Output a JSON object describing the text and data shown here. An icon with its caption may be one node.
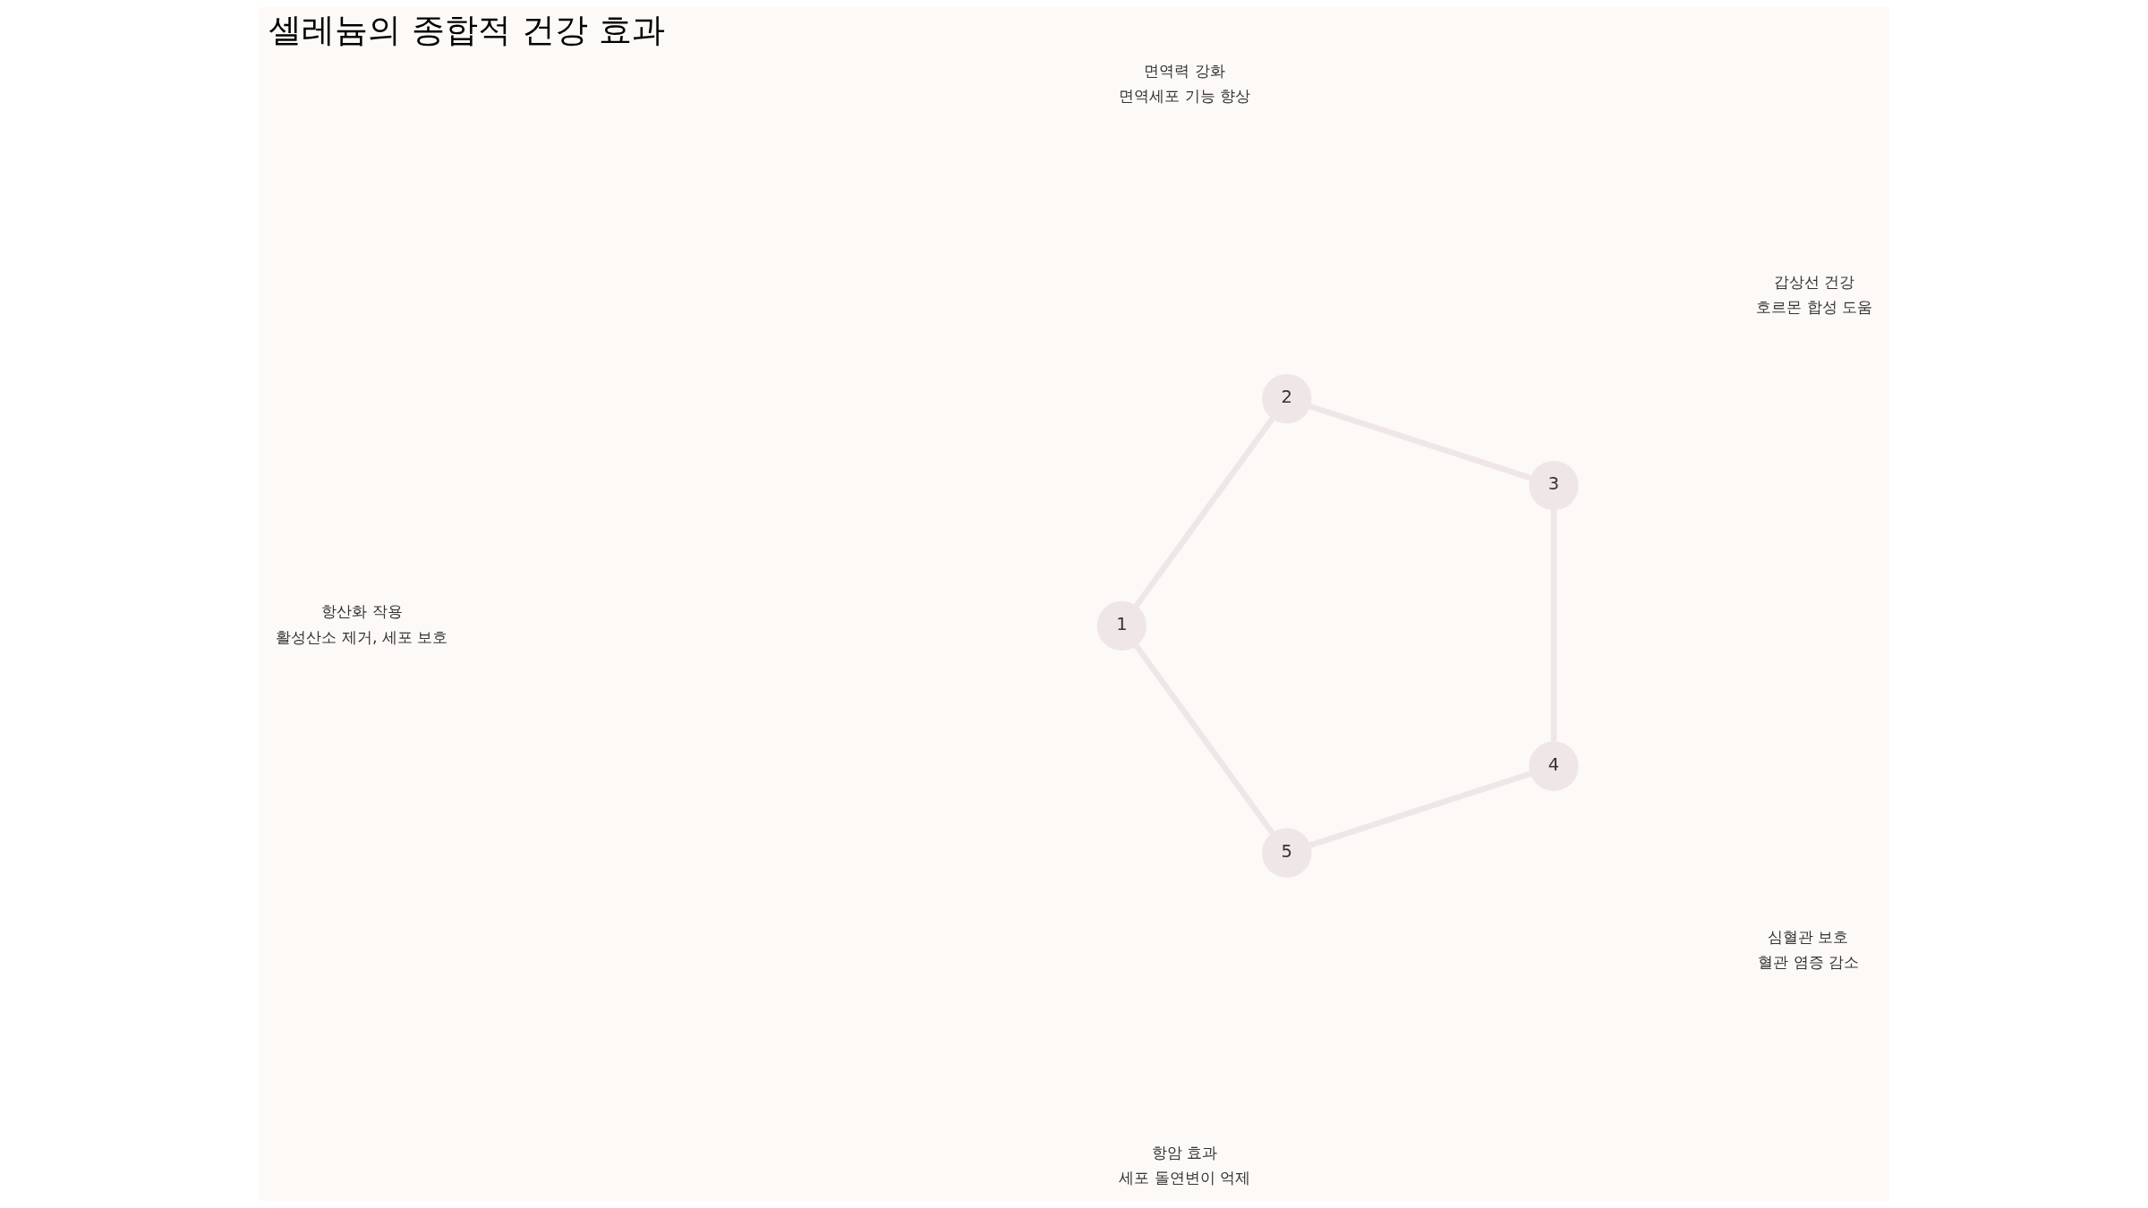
{
  "diagram": {
    "title": "셀레늄의 종합적 건강 효과",
    "nodes": [
      {
        "text": [
          "1"
        ],
        "beside": [
          "항산화 작용",
          "활성산소 제거, 세포 보호"
        ]
      },
      {
        "text": [
          "2"
        ],
        "beside": [
          "면역력 강화",
          "면역세포 기능 향상"
        ]
      },
      {
        "text": [
          "3"
        ],
        "beside": [
          "갑상선 건강",
          "호르몬 합성 도움"
        ]
      },
      {
        "text": [
          "4"
        ],
        "beside": [
          "심혈관 보호",
          "혈관 염증 감소"
        ]
      },
      {
        "text": [
          "5"
        ],
        "beside": [
          "항암 효과",
          "세포 돌연변이 억제"
        ]
      }
    ],
    "edges": [
      {
        "from": 0,
        "to": 1,
        "arrow": "none"
      },
      {
        "from": 1,
        "to": 2,
        "arrow": "none"
      },
      {
        "from": 2,
        "to": 3,
        "arrow": "none"
      },
      {
        "from": 3,
        "to": 4,
        "arrow": "none"
      },
      {
        "from": 4,
        "to": 0,
        "arrow": "none"
      }
    ]
  }
}
